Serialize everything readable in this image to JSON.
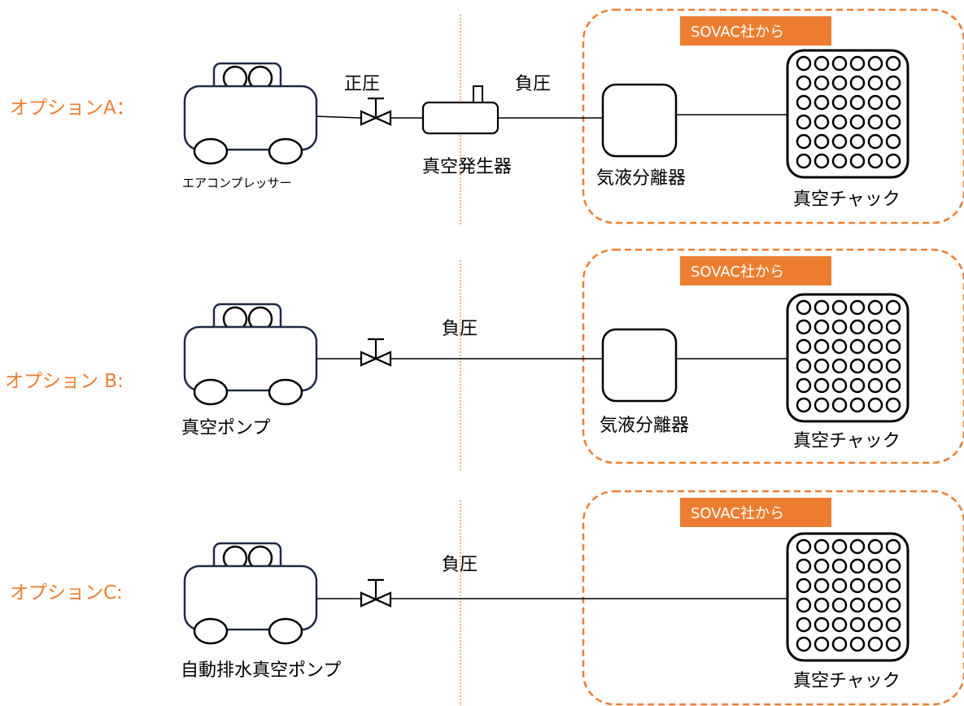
{
  "colors": {
    "accent": "#ED7D31",
    "outline": "#1F2A44",
    "line": "#000000"
  },
  "options": [
    {
      "label": "オプションA：",
      "source_label": "エアコンプレッサー",
      "valve_label": "正圧",
      "generator_label": "真空発生器",
      "pressure_label": "負圧",
      "separator_label": "気液分離器",
      "chuck_label": "真空チャック",
      "badge": "SOVAC社から"
    },
    {
      "label": "オプション B:",
      "source_label": "真空ポンプ",
      "pressure_label": "負圧",
      "separator_label": "気液分離器",
      "chuck_label": "真空チャック",
      "badge": "SOVAC社から"
    },
    {
      "label": "オプションC:",
      "source_label": "自動排水真空ポンプ",
      "pressure_label": "負圧",
      "chuck_label": "真空チャック",
      "badge": "SOVAC社から"
    }
  ]
}
